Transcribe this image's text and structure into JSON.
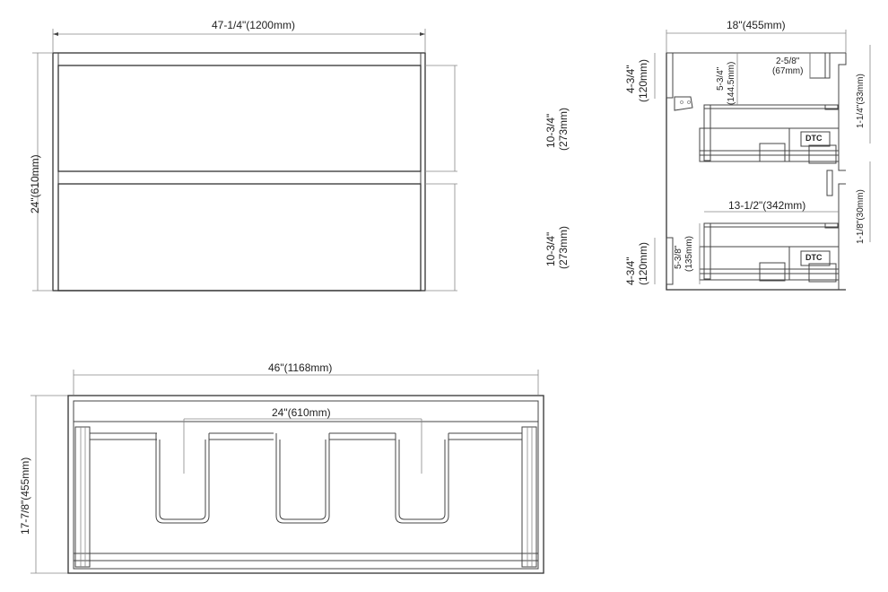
{
  "front_view": {
    "overall_width": "47-1/4\"(1200mm)",
    "overall_height": "24\"(610mm)",
    "top_drawer_height_in": "10-3/4\"",
    "top_drawer_height_mm": "(273mm)",
    "bottom_drawer_height_in": "10-3/4\"",
    "bottom_drawer_height_mm": "(273mm)"
  },
  "side_view": {
    "overall_depth": "18\"(455mm)",
    "top_offset_in": "4-3/4\"",
    "top_offset_mm": "(120mm)",
    "upper_clearance_in": "5-3/4\"",
    "upper_clearance_mm": "(144.5mm)",
    "top_gap_in": "2-5/8\"",
    "top_gap_mm": "(67mm)",
    "side_gap_top": "1-1/4\"(33mm)",
    "side_gap_mid": "1-1/8\"(30mm)",
    "drawer_depth": "13-1/2\"(342mm)",
    "bottom_offset_in": "4-3/4\"",
    "bottom_offset_mm": "(120mm)",
    "lower_clearance_in": "5-3/8\"",
    "lower_clearance_mm": "(135mm)",
    "brand_logo": "DTC"
  },
  "top_view": {
    "interior_width": "46\"(1168mm)",
    "inner_span": "24\"(610mm)",
    "depth": "17-7/8\"(455mm)"
  }
}
